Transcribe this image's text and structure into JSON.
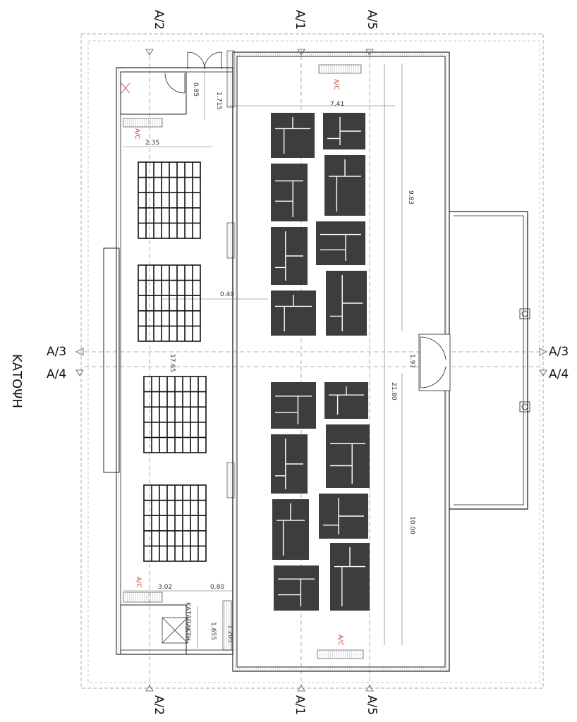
{
  "title": "ΚΑΤΟΨΗ",
  "section_markers": {
    "top": [
      "A/2",
      "A/1",
      "A/5"
    ],
    "bottom": [
      "A/2",
      "A/1",
      "A/5"
    ],
    "left": [
      "A/3",
      "A/4"
    ],
    "right": [
      "A/3",
      "A/4"
    ]
  },
  "dimensions": {
    "width_main": "21.80",
    "length_total": "17.65",
    "span_upper": "9.83",
    "span_lower": "10.00",
    "room_a": "7.41",
    "corridor": "0.40",
    "entry": "1.97",
    "small_room": "2.35",
    "door_upper": "1.715",
    "door_upper_small": "0.85",
    "lower_room": "3.02",
    "lower_gap": "0.80",
    "stair": "1.655",
    "stair_small": "1.205"
  },
  "ac_label": "A/C",
  "room_label": "ΚΑΤΑΠΑΚΤΗ",
  "colors": {
    "furniture": "#3d3d3d",
    "ac": "#c0392b",
    "line": "#222222"
  }
}
